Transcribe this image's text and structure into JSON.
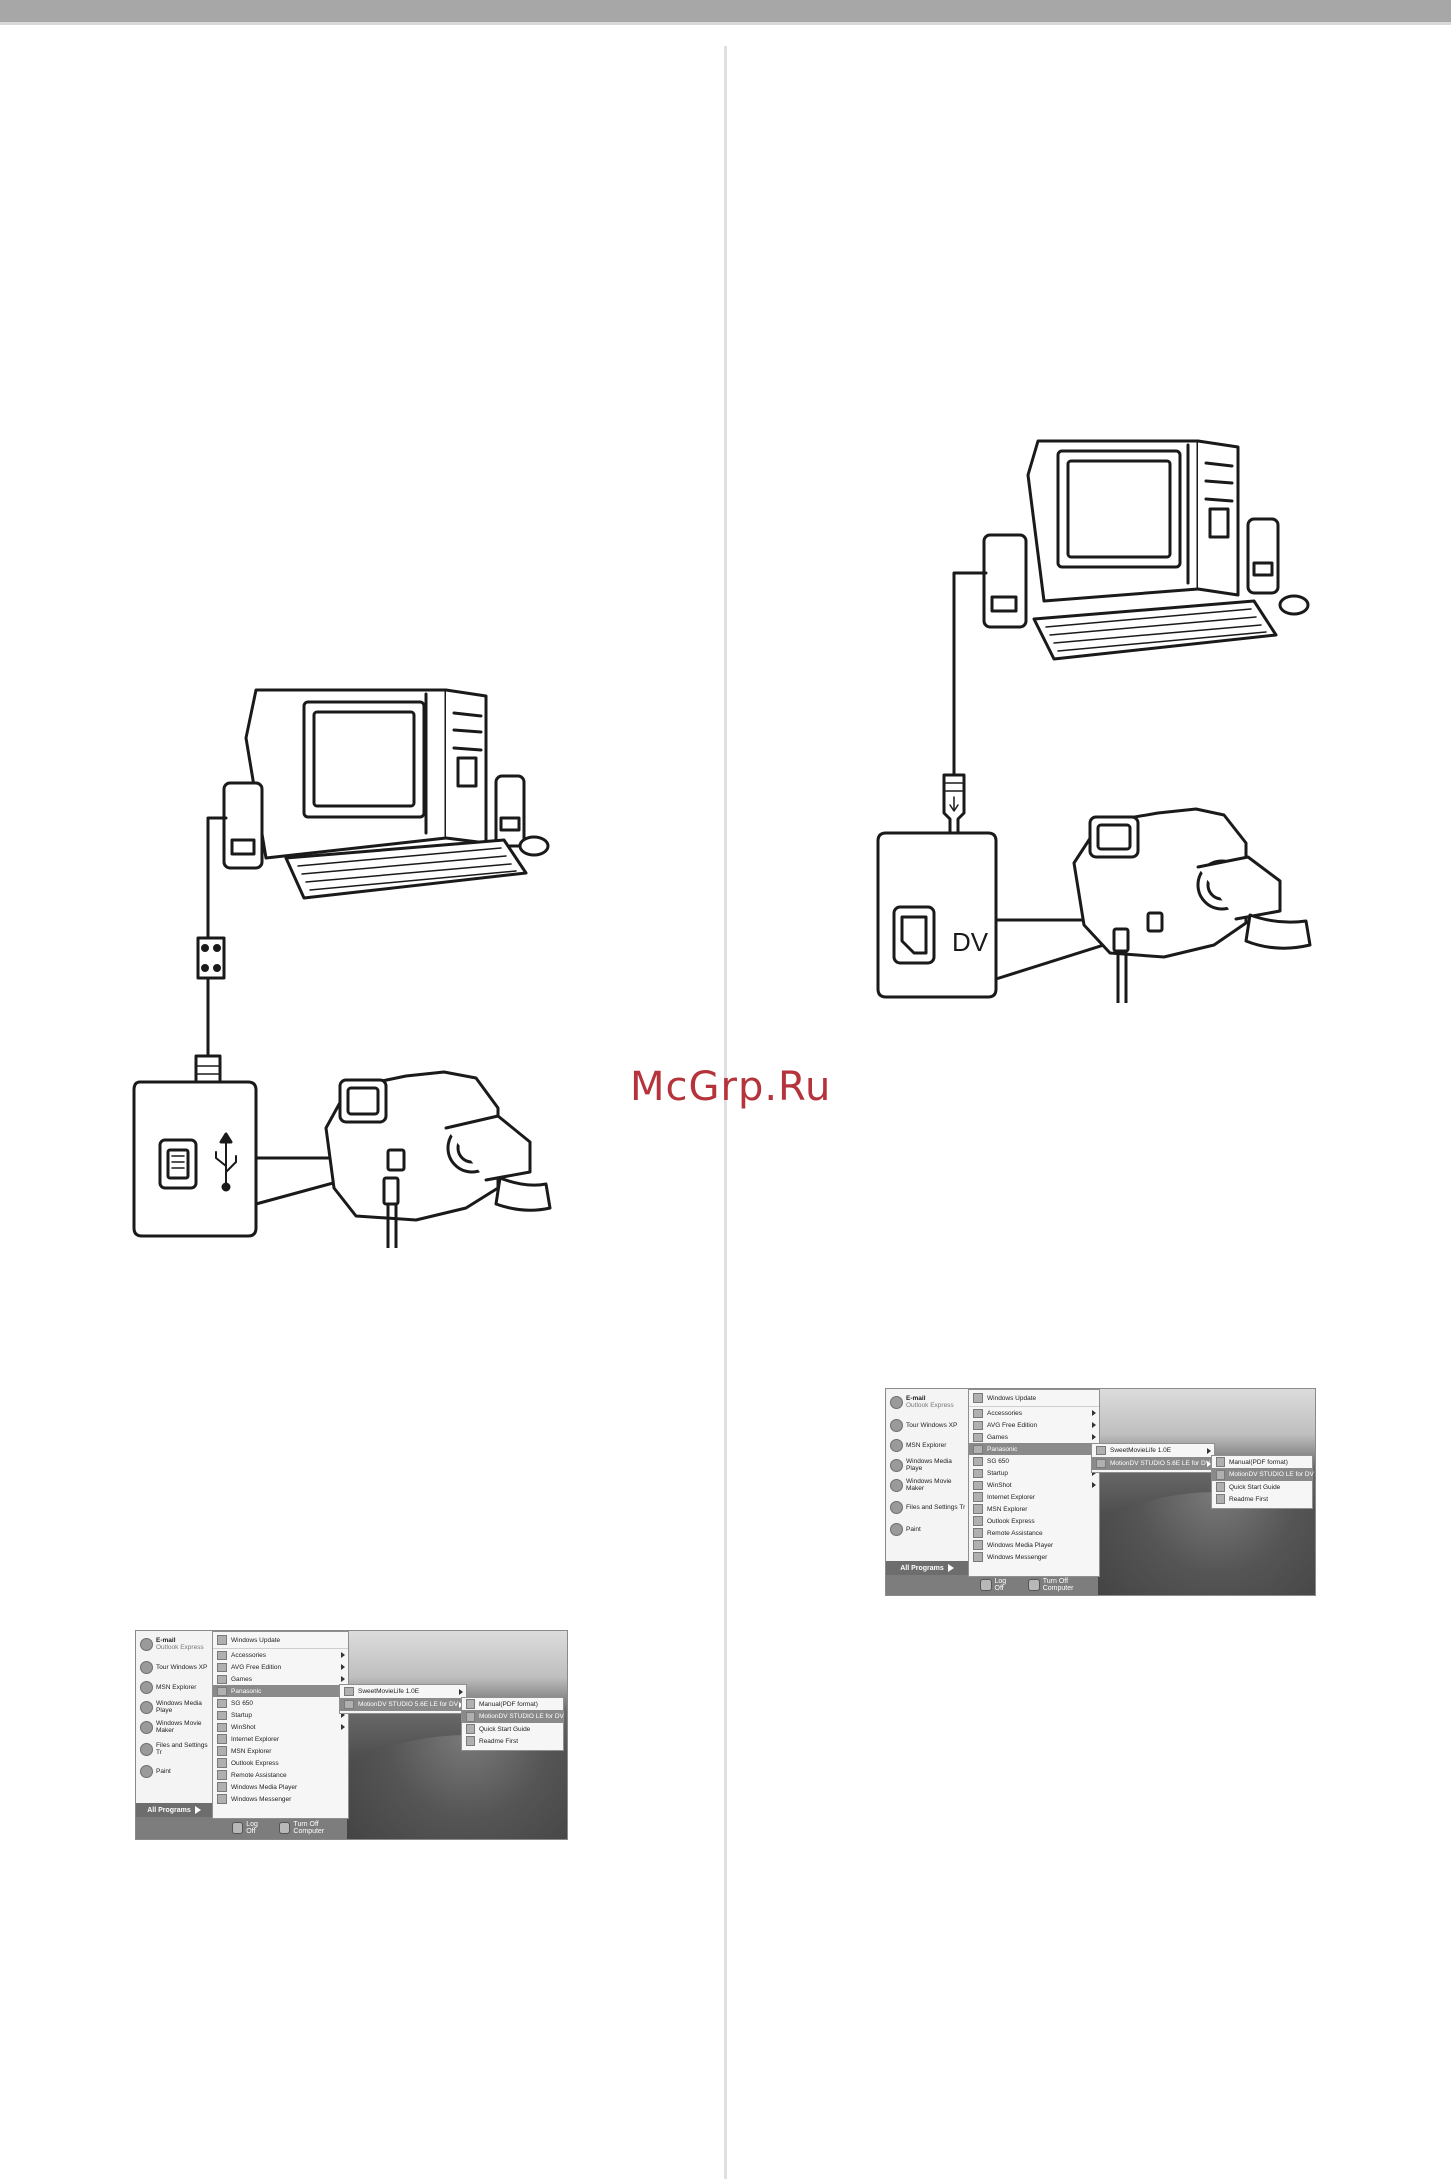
{
  "watermark": "McGrp.Ru",
  "figures": {
    "usb_port_symbol": "usb-trident-icon",
    "dv_label": "DV"
  },
  "start_menu": {
    "pinned": [
      {
        "label": "E-mail",
        "sub": "Outlook Express",
        "icon": "email-icon"
      },
      {
        "label": "Tour Windows XP",
        "icon": "tour-icon"
      },
      {
        "label": "MSN Explorer",
        "icon": "msn-butterfly-icon"
      },
      {
        "label": "Windows Media Player",
        "icon": "media-player-icon"
      },
      {
        "label": "Windows Movie Maker",
        "icon": "movie-maker-icon"
      },
      {
        "label": "Files and Settings Transfer Wizard",
        "icon": "transfer-wizard-icon"
      },
      {
        "label": "Paint",
        "icon": "paint-icon"
      }
    ],
    "pinned_visible_small": [
      "E-mail",
      "Tour Windows XP",
      "MSN Explorer",
      "Windows Media Playe",
      "Windows Movie Maker",
      "Files and Settings Tr",
      "Paint"
    ],
    "all_programs": "All Programs",
    "log_off": "Log Off",
    "turn_off": "Turn Off Computer",
    "programs": [
      {
        "label": "Windows Update",
        "submenu": false
      },
      {
        "label": "Accessories",
        "submenu": true
      },
      {
        "label": "AVG Free Edition",
        "submenu": true
      },
      {
        "label": "Games",
        "submenu": true
      },
      {
        "label": "Panasonic",
        "submenu": true,
        "highlighted": true
      },
      {
        "label": "SG 650",
        "submenu": true
      },
      {
        "label": "Startup",
        "submenu": true
      },
      {
        "label": "WinShot",
        "submenu": true
      },
      {
        "label": "Internet Explorer",
        "submenu": false
      },
      {
        "label": "MSN Explorer",
        "submenu": false
      },
      {
        "label": "Outlook Express",
        "submenu": false
      },
      {
        "label": "Remote Assistance",
        "submenu": false
      },
      {
        "label": "Windows Media Player",
        "submenu": false
      },
      {
        "label": "Windows Messenger",
        "submenu": false
      }
    ],
    "panasonic_submenu": [
      {
        "label": "SweetMovieLife 1.0E",
        "submenu": true
      },
      {
        "label": "MotionDV STUDIO 5.6E LE for DV",
        "submenu": true,
        "highlighted": true
      }
    ],
    "motiondv_submenu": [
      {
        "label": "Manual(PDF format)"
      },
      {
        "label": "MotionDV STUDIO LE for DV",
        "highlighted": true
      },
      {
        "label": "Quick Start Guide"
      },
      {
        "label": "Readme First"
      }
    ]
  }
}
